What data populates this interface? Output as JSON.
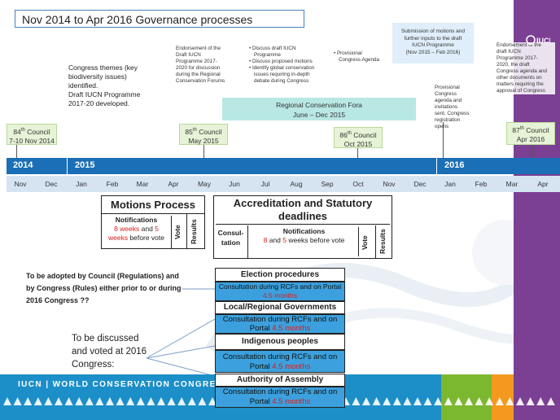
{
  "title": "Nov 2014 to Apr 2016 Governance processes",
  "notes": {
    "congress_themes": [
      "Congress themes (key",
      "biodiversity issues)",
      "identified.",
      "Draft IUCN Programme",
      "2017-20 developed."
    ],
    "endorsement_draft": [
      "Endorsement of the",
      "Draft IUCN",
      "Programme 2017-",
      "2020 for discussion",
      "during the Regional",
      "Conservation Forums"
    ],
    "discuss_bullets": [
      "Discuss draft IUCN",
      "Programme",
      "Discuss proposed motions",
      "Identify global conservation",
      "issues requiring in-depth",
      "debate during Congress"
    ],
    "provisional_agenda": [
      "Provisional",
      "Congress Agenda"
    ],
    "submission": [
      "Submission of motions and",
      "further inputs to the draft",
      "IUCN Programme",
      "(Nov 2015 – Feb 2016)"
    ],
    "provisional_sent": [
      "Provisional",
      "Congress",
      "agenda and",
      "invitations",
      "sent. Congress",
      "registration",
      "opens"
    ],
    "endorsement_final": [
      "Endorsement of the",
      "draft IUCN",
      "Programme 2017-",
      "2020, the draft",
      "Congress agenda and",
      "other documents on",
      "matters requiring the",
      "approval of Congress"
    ]
  },
  "fora": [
    "Regional Conservation Fora",
    "June – Dec 2015"
  ],
  "councils": [
    {
      "line1": "84",
      "sup": "th",
      "rest": " Council",
      "line2": "7-10 Nov 2014"
    },
    {
      "line1": "85",
      "sup": "th",
      "rest": " Council",
      "line2": "May 2015"
    },
    {
      "line1": "86",
      "sup": "th",
      "rest": " Council",
      "line2": "Oct 2015"
    },
    {
      "line1": "87",
      "sup": "th",
      "rest": " Council",
      "line2": "Apr 2016"
    }
  ],
  "years": [
    "2014",
    "2015",
    "2016"
  ],
  "months": [
    "Nov",
    "Dec",
    "Jan",
    "Feb",
    "Mar",
    "Apr",
    "May",
    "Jun",
    "Jul",
    "Aug",
    "Sep",
    "Oct",
    "Nov",
    "Dec",
    "Jan",
    "Feb",
    "Mar",
    "Apr"
  ],
  "motions": {
    "title": "Motions Process",
    "notifications": "Notifications",
    "weeks_red1": "8 weeks",
    "and": " and ",
    "weeks_red2": "5",
    "weeks_rest": "weeks before vote",
    "vote": "Vote",
    "results": "Results"
  },
  "accreditation": {
    "title": "Accreditation and Statutory deadlines",
    "consultation": "Consul-tation",
    "notifications": "Notifications",
    "weeks_8": "8",
    "and": " and ",
    "weeks_5": "5",
    "weeks_rest": " weeks before vote",
    "vote": "Vote",
    "results": "Results"
  },
  "adopt_text": "To be adopted by Council (Regulations) and by Congress (Rules) either prior to or during 2016 Congress ??",
  "discuss_text": "To be discussed and voted at 2016 Congress:",
  "topics": [
    {
      "title": "Election procedures",
      "body": "Consultation during RCFs and on Portal",
      "red": "4.5 months"
    },
    {
      "title": "Local/Regional Governments",
      "body": "Consultation during RCFs and on Portal",
      "red": "4.5 months"
    },
    {
      "title": "Indigenous peoples",
      "body": "Consultation during RCFs and on Portal",
      "red": "4.5 months"
    },
    {
      "title": "Authority of Assembly",
      "body": "Consultation during RCFs and on Portal",
      "red": "4.5 months"
    }
  ],
  "footer": "IUCN   |   WORLD CONSERVATION CONGRESS HAWAIʻI",
  "logo": "IUCN",
  "colors": {
    "year_bar": "#1b6fb6",
    "purple": "#7b3f93",
    "footer_blue": "#1c8fc9",
    "consult_blue": "#3ba0dd",
    "council_green": "#e6f3d6",
    "fora_teal": "#b9e7e3"
  }
}
